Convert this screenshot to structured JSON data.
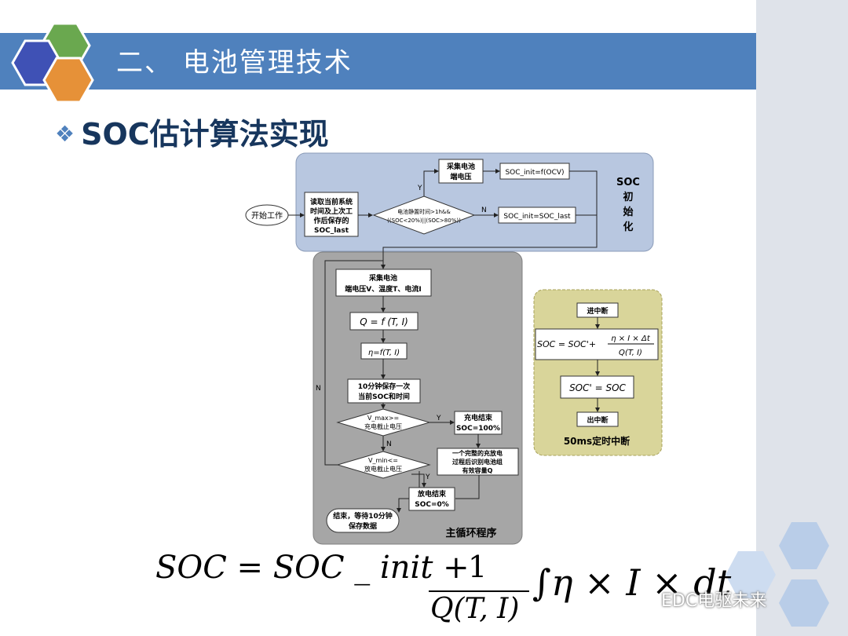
{
  "header": {
    "title": "二、  电池管理技术"
  },
  "section": {
    "bullet_icon": "diamond-bullet-icon",
    "title": "SOC估计算法实现"
  },
  "colors": {
    "title_bar": "#4f81bd",
    "init_panel": "#b8c7e0",
    "main_panel": "#a6a6a6",
    "interrupt_panel": "#d9d59a",
    "hex_green": "#6aa84f",
    "hex_blue": "#3f51b5",
    "hex_orange": "#e69138"
  },
  "flow": {
    "start": "开始工作",
    "read_line1": "读取当前系统",
    "read_line2": "时间及上次工",
    "read_line3": "作后保存的",
    "read_line4": "SOC_last",
    "cond1_line1": "电池静置时间>1h&&",
    "cond1_line2": "((SOC<20%)||(SOC>80%))",
    "yes": "Y",
    "no": "N",
    "collect_v_line1": "采集电池",
    "collect_v_line2": "端电压",
    "soc_init_ocv": "SOC_init=f(OCV)",
    "soc_init_last": "SOC_init=SOC_last",
    "init_label": [
      "SOC",
      "初",
      "始",
      "化"
    ],
    "collect_all_line1": "采集电池",
    "collect_all_line2": "端电压V、温度T、电流I",
    "q_func": "Q = f (T, I)",
    "eta_func": "η=f(T, I)",
    "save_line1": "10分钟保存一次",
    "save_line2": "当前SOC和时间",
    "vmax_line1": "V_max>=",
    "vmax_line2": "充电截止电压",
    "charge_end_line1": "充电结束",
    "charge_end_line2": "SOC=100%",
    "vmin_line1": "V_min<=",
    "vmin_line2": "放电截止电压",
    "identify_line1": "一个完整的充放电",
    "identify_line2": "过程后识别电池组",
    "identify_line3": "有效容量Q",
    "discharge_end_line1": "放电结束",
    "discharge_end_line2": "SOC=0%",
    "end_line1": "结束，等待10分钟",
    "end_line2": "保存数据",
    "main_loop_label": "主循环程序",
    "int_enter": "进中断",
    "int_formula_lhs": "SOC = SOC'+",
    "int_formula_num": "η × I × Δt",
    "int_formula_den": "Q(T, I)",
    "int_assign": "SOC' = SOC",
    "int_exit": "出中断",
    "int_label": "50ms定时中断"
  },
  "formula": {
    "lhs": "SOC = SOC _ init +",
    "num": "1",
    "den": "Q(T, I)",
    "rhs": "∫η × I × dt"
  },
  "watermark": "EDC电驱未来"
}
